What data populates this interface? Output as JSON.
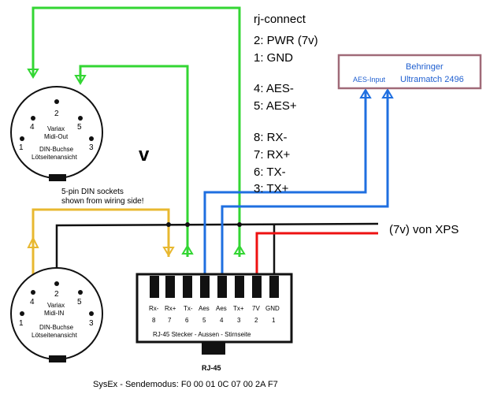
{
  "rj_connect": {
    "title": "rj-connect",
    "lines": [
      "2: PWR (7v)",
      "1: GND",
      "4: AES-",
      "5: AES+",
      "8: RX-",
      "7: RX+",
      "6: TX-",
      "3: TX+"
    ]
  },
  "behringer": {
    "name_line1": "Behringer",
    "name_line2": "Ultramatch 2496",
    "input_label": "AES-Input"
  },
  "din_out": {
    "pins": [
      "4",
      "2",
      "5",
      "1",
      "3"
    ],
    "line1": "Variax",
    "line2": "Midi-Out",
    "line3": "DIN-Buchse",
    "line4": "Lötseitenansicht"
  },
  "din_in": {
    "pins": [
      "4",
      "2",
      "5",
      "1",
      "3"
    ],
    "line1": "Variax",
    "line2": "Midi-IN",
    "line3": "DIN-Buchse",
    "line4": "Lötseitenansicht"
  },
  "notes": {
    "sockets_line1": "5-pin DIN sockets",
    "sockets_line2": "shown from wiring side!",
    "v_mark": "v",
    "power": "(7v) von XPS"
  },
  "rj45": {
    "pins": [
      {
        "name": "Rx-",
        "num": "8"
      },
      {
        "name": "Rx+",
        "num": "7"
      },
      {
        "name": "Tx-",
        "num": "6"
      },
      {
        "name": "Aes",
        "num": "5"
      },
      {
        "name": "Aes",
        "num": "4"
      },
      {
        "name": "Tx+",
        "num": "3"
      },
      {
        "name": "7V",
        "num": "2"
      },
      {
        "name": "GND",
        "num": "1"
      }
    ],
    "caption": "RJ-45 Stecker - Aussen - Stirnseite",
    "tab_label": "RJ-45"
  },
  "sysex": "SysEx - Sendemodus: F0 00 01 0C 07 00 2A F7",
  "colors": {
    "green": "#33d633",
    "yellow": "#e8b830",
    "blue": "#1f6fe0",
    "red": "#ee1111",
    "black": "#111111",
    "box_border": "#a06a78"
  }
}
